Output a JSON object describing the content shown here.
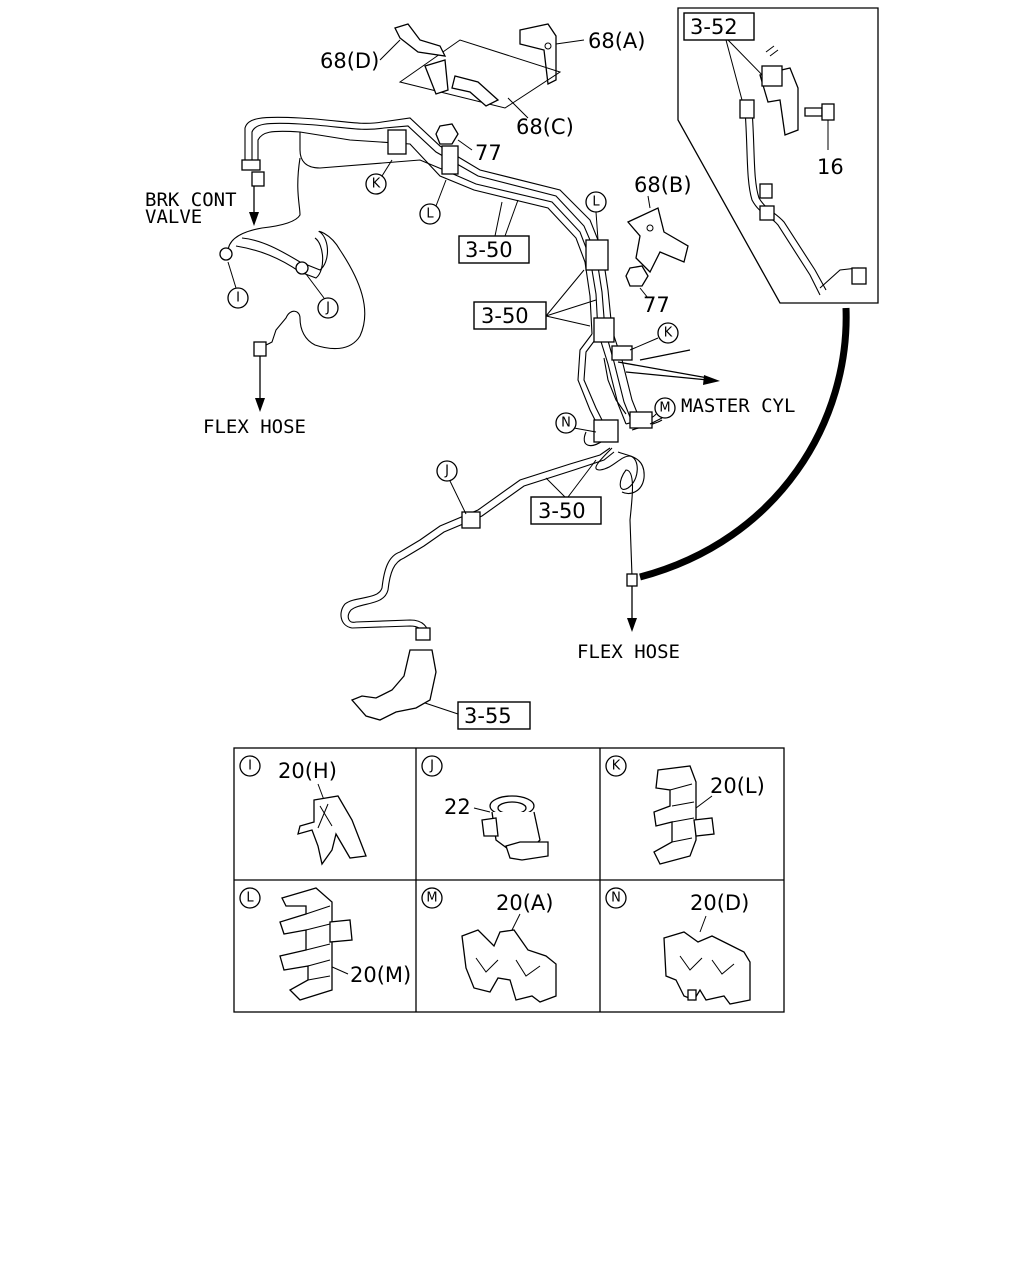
{
  "labels": {
    "brk_cont_valve_line1": "BRK CONT",
    "brk_cont_valve_line2": "VALVE",
    "flex_hose_left": "FLEX HOSE",
    "flex_hose_right": "FLEX HOSE",
    "master_cyl": "MASTER CYL"
  },
  "part_numbers": {
    "p68a": "68(A)",
    "p68b": "68(B)",
    "p68c": "68(C)",
    "p68d": "68(D)",
    "p77_top": "77",
    "p77_mid": "77",
    "p16": "16"
  },
  "ref_boxes": {
    "ref_3_52": "3-52",
    "ref_3_50_a": "3-50",
    "ref_3_50_b": "3-50",
    "ref_3_50_c": "3-50",
    "ref_3_55": "3-55"
  },
  "callouts": {
    "K_a": "K",
    "L_a": "L",
    "L_b": "L",
    "I_a": "I",
    "J_a": "J",
    "K_b": "K",
    "M_a": "M",
    "N_a": "N",
    "J_b": "J"
  },
  "legend": {
    "cells": [
      {
        "letter": "I",
        "part": "20(H)"
      },
      {
        "letter": "J",
        "part": "22"
      },
      {
        "letter": "K",
        "part": "20(L)"
      },
      {
        "letter": "L",
        "part": "20(M)"
      },
      {
        "letter": "M",
        "part": "20(A)"
      },
      {
        "letter": "N",
        "part": "20(D)"
      }
    ]
  }
}
